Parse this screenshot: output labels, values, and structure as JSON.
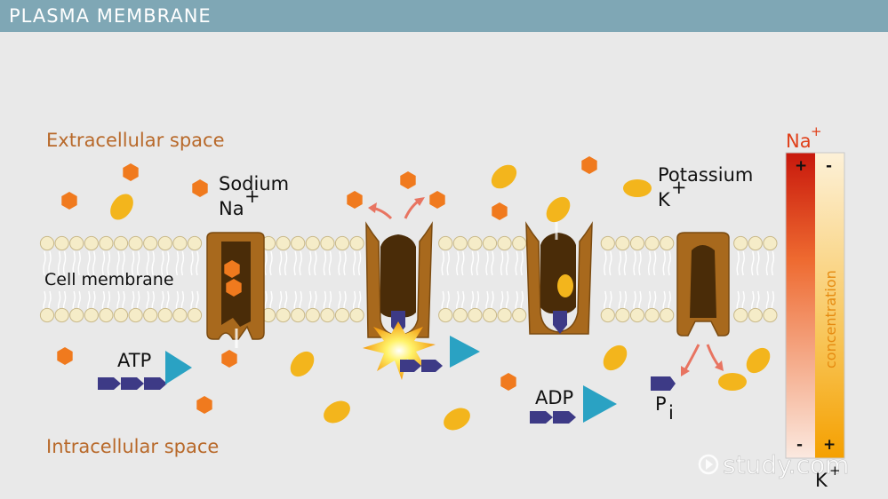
{
  "header": {
    "title": "PLASMA MEMBRANE"
  },
  "labels": {
    "extracellular": "Extracellular space",
    "intracellular": "Intracellular space",
    "cell_membrane": "Cell membrane",
    "sodium": "Sodium",
    "na": "Na",
    "plus": "+",
    "potassium": "Potassium",
    "k": "K",
    "atp": "ATP",
    "adp": "ADP",
    "pi_p": "P",
    "pi_i": "i"
  },
  "gradient_bar": {
    "top_label": "Na",
    "top_label_sup": "+",
    "bottom_label": "K",
    "bottom_label_sup": "+",
    "concentration": "concentration",
    "plus_sign": "+",
    "minus_sign": "-"
  },
  "watermark": {
    "text": "study.com"
  },
  "colors": {
    "sodium_ion": "#f07a1e",
    "potassium_ion": "#f3b51c",
    "protein": "#a0651c",
    "protein_inner": "#4a2c08",
    "phosphate": "#3d3a86",
    "atp_arrow": "#2aa2c3",
    "sodium_gradient": "#d63a12",
    "potassium_gradient": "#f7a810"
  }
}
